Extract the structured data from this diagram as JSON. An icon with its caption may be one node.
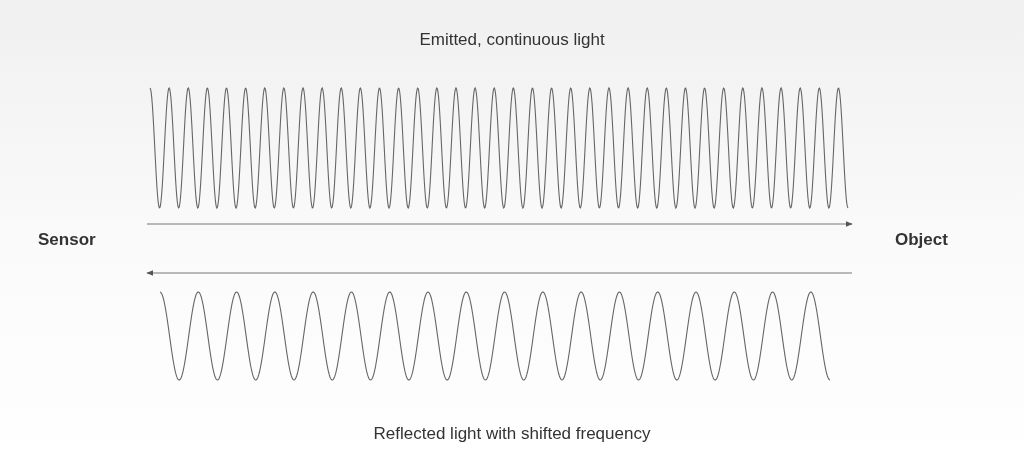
{
  "diagram": {
    "nodes": [
      {
        "text": [
          "Sensor"
        ]
      },
      {
        "text": [
          "Object"
        ]
      }
    ],
    "edges": [
      {
        "from": 0,
        "to": 1,
        "arrow": "to"
      },
      {
        "from": 1,
        "to": 0,
        "arrow": "to"
      }
    ],
    "labels": [
      "Emitted, continuous light",
      "Reflected light with shifted frequency"
    ]
  }
}
